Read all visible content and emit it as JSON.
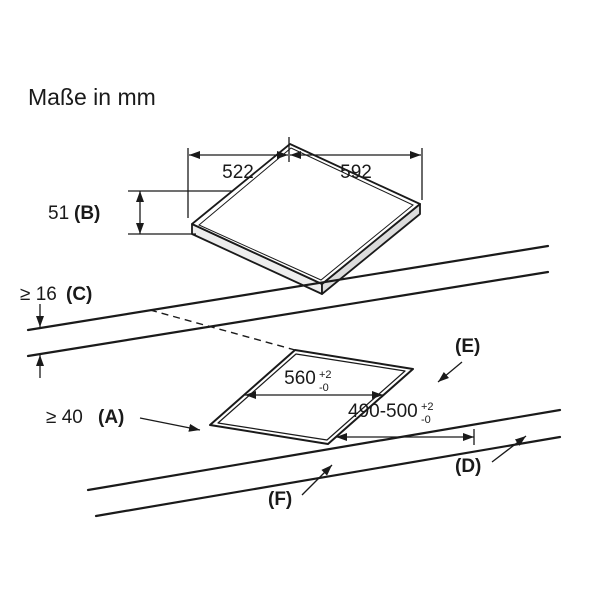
{
  "title": "Maße in mm",
  "dims": {
    "depth": "522",
    "width": "592",
    "height": {
      "value": "51",
      "ref": "(B)"
    },
    "worktop_thickness": {
      "value": "≥ 16",
      "ref": "(C)"
    },
    "side_distance": {
      "value": "≥ 40",
      "ref": "(A)"
    },
    "cutout_width": {
      "value": "560",
      "tol_plus": "+2",
      "tol_minus": "-0"
    },
    "cutout_depth": {
      "value": "490-500",
      "tol_plus": "+2",
      "tol_minus": "-0"
    },
    "ref_e": "(E)",
    "ref_d": "(D)",
    "ref_f": "(F)"
  },
  "colors": {
    "line": "#1a1a1a",
    "background": "#ffffff"
  }
}
